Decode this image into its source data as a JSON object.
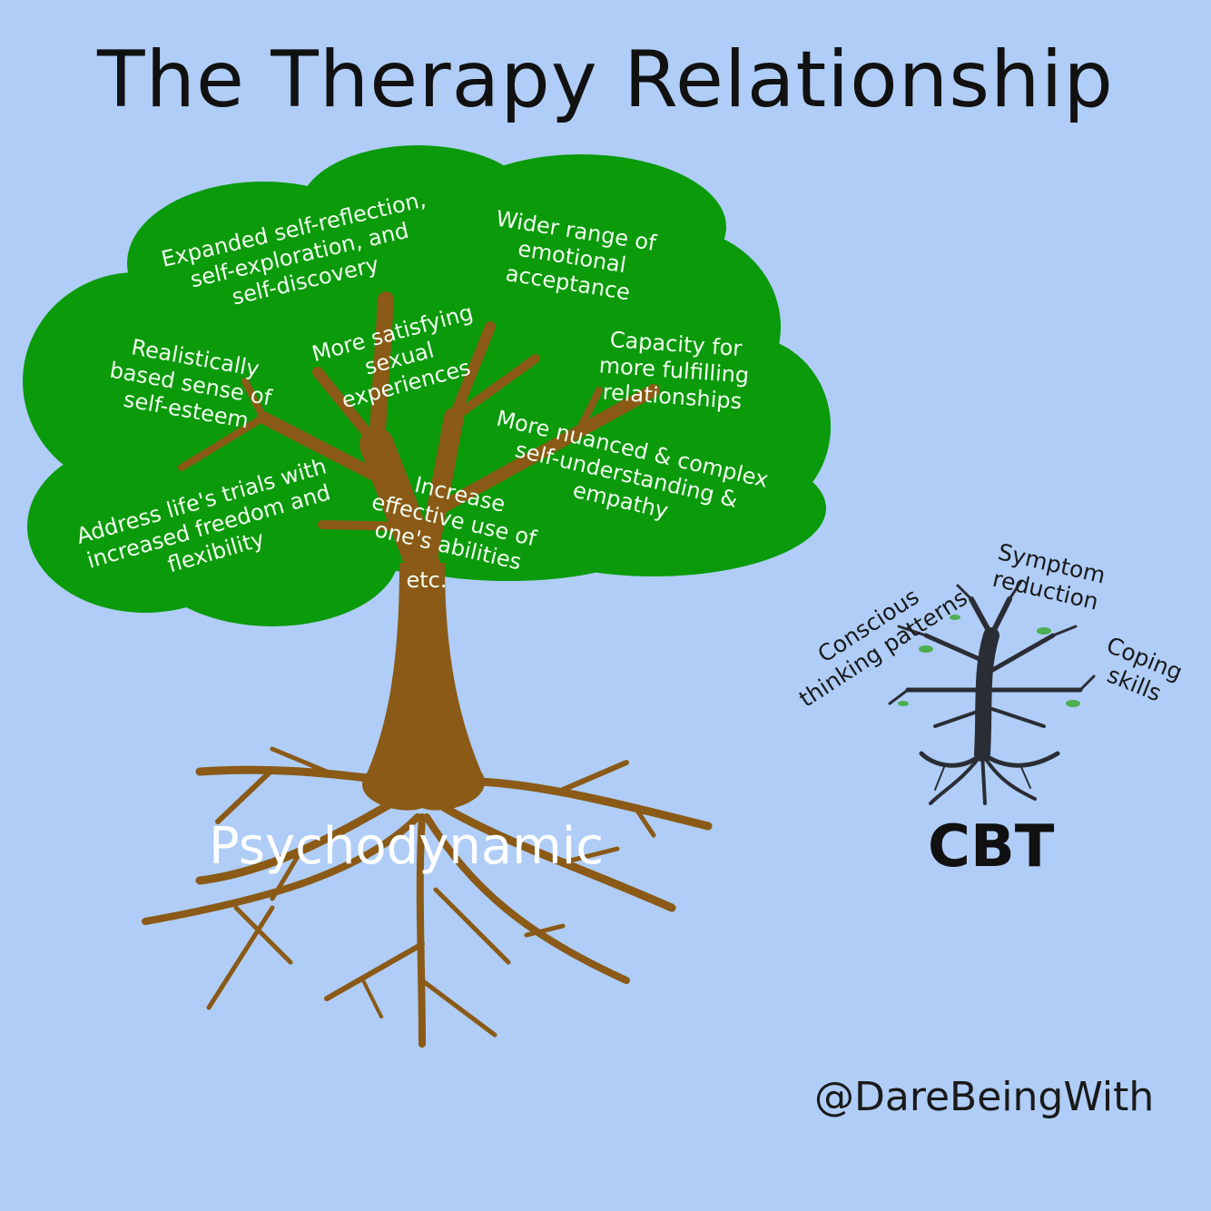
{
  "title": "The Therapy Relationship",
  "colors": {
    "background": "#afcdf7",
    "canopy": "#0a9a0a",
    "trunk": "#8a5a16",
    "cbt_tree": "#2b2d35",
    "cbt_leaf": "#4caf50"
  },
  "psychodynamic": {
    "label": "Psychodynamic",
    "benefits": [
      "Expanded self-reflection,\nself-exploration, and\nself-discovery",
      "Wider range of\nemotional\nacceptance",
      "Realistically\nbased sense of\nself-esteem",
      "More satisfying\nsexual\nexperiences",
      "Capacity for\nmore fulfilling\nrelationships",
      "More nuanced & complex\nself-understanding &\nempathy",
      "Address life's trials with\nincreased freedom and\nflexibility",
      "Increase\neffective use of\none's abilities",
      "etc."
    ]
  },
  "cbt": {
    "label": "CBT",
    "benefits": [
      "Conscious\nthinking patterns",
      "Symptom\nreduction",
      "Coping\nskills"
    ]
  },
  "handle": "@DareBeingWith"
}
